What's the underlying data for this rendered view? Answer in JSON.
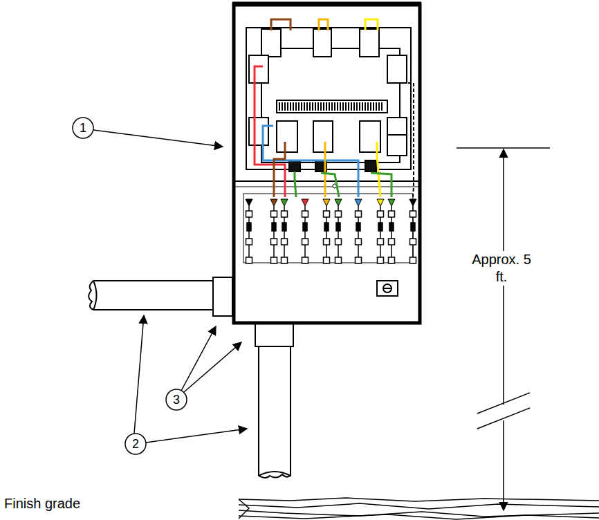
{
  "diagram": {
    "labels": [
      "1",
      "2",
      "3",
      "Approx. 5 ft.",
      "Finish grade"
    ]
  }
}
